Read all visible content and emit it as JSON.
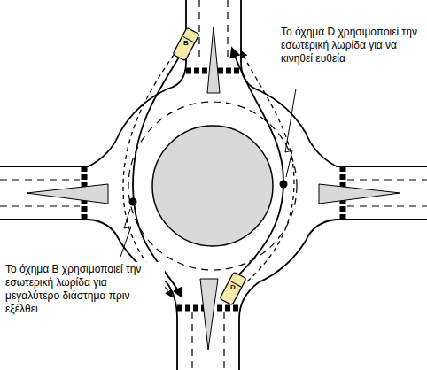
{
  "diagram": {
    "labels": [
      "Το όχημα D χρησιμοποιεί την εσωτερική λωρίδα για να κινηθεί ευθεία",
      "Το όχημα B χρησιμοποιεί την εσωτερική λωρίδα για μεγαλύτερο διάστημα πριν εξέλθει",
      "B",
      "D"
    ]
  }
}
